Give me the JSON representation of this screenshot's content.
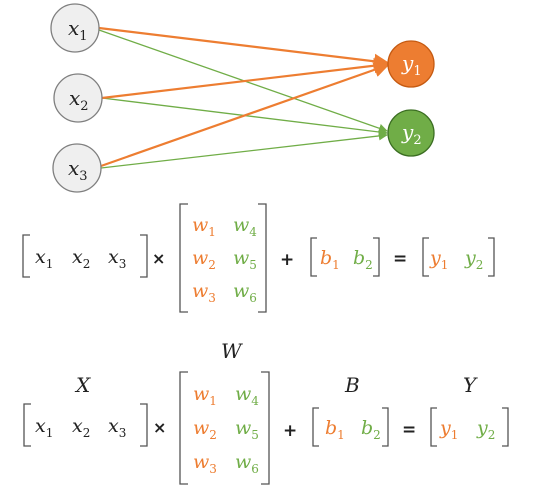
{
  "colors": {
    "orange": "#ed7d31",
    "green": "#70ad47",
    "node_in_fill": "#efefef",
    "node_in_stroke": "#7f7f7f",
    "y2_stroke": "#3b6e22",
    "y1_stroke": "#c55a11",
    "text": "#222222",
    "bracket": "#555555"
  },
  "network": {
    "inputs": [
      {
        "base": "x",
        "sub": "1"
      },
      {
        "base": "x",
        "sub": "2"
      },
      {
        "base": "x",
        "sub": "3"
      }
    ],
    "outputs": [
      {
        "base": "y",
        "sub": "1"
      },
      {
        "base": "y",
        "sub": "2"
      }
    ]
  },
  "equation_1": {
    "x_row": [
      {
        "base": "x",
        "sub": "1"
      },
      {
        "base": "x",
        "sub": "2"
      },
      {
        "base": "x",
        "sub": "3"
      }
    ],
    "times": "×",
    "w_rows": [
      [
        {
          "base": "w",
          "sub": "1"
        },
        {
          "base": "w",
          "sub": "4"
        }
      ],
      [
        {
          "base": "w",
          "sub": "2"
        },
        {
          "base": "w",
          "sub": "5"
        }
      ],
      [
        {
          "base": "w",
          "sub": "3"
        },
        {
          "base": "w",
          "sub": "6"
        }
      ]
    ],
    "plus": "+",
    "b_row": [
      {
        "base": "b",
        "sub": "1"
      },
      {
        "base": "b",
        "sub": "2"
      }
    ],
    "equals": "=",
    "y_row": [
      {
        "base": "y",
        "sub": "1"
      },
      {
        "base": "y",
        "sub": "2"
      }
    ]
  },
  "equation_2": {
    "labels": {
      "X": "X",
      "W": "W",
      "B": "B",
      "Y": "Y"
    },
    "x_row": [
      {
        "base": "x",
        "sub": "1"
      },
      {
        "base": "x",
        "sub": "2"
      },
      {
        "base": "x",
        "sub": "3"
      }
    ],
    "times": "×",
    "w_rows": [
      [
        {
          "base": "w",
          "sub": "1"
        },
        {
          "base": "w",
          "sub": "4"
        }
      ],
      [
        {
          "base": "w",
          "sub": "2"
        },
        {
          "base": "w",
          "sub": "5"
        }
      ],
      [
        {
          "base": "w",
          "sub": "3"
        },
        {
          "base": "w",
          "sub": "6"
        }
      ]
    ],
    "plus": "+",
    "b_row": [
      {
        "base": "b",
        "sub": "1"
      },
      {
        "base": "b",
        "sub": "2"
      }
    ],
    "equals": "=",
    "y_row": [
      {
        "base": "y",
        "sub": "1"
      },
      {
        "base": "y",
        "sub": "2"
      }
    ]
  }
}
